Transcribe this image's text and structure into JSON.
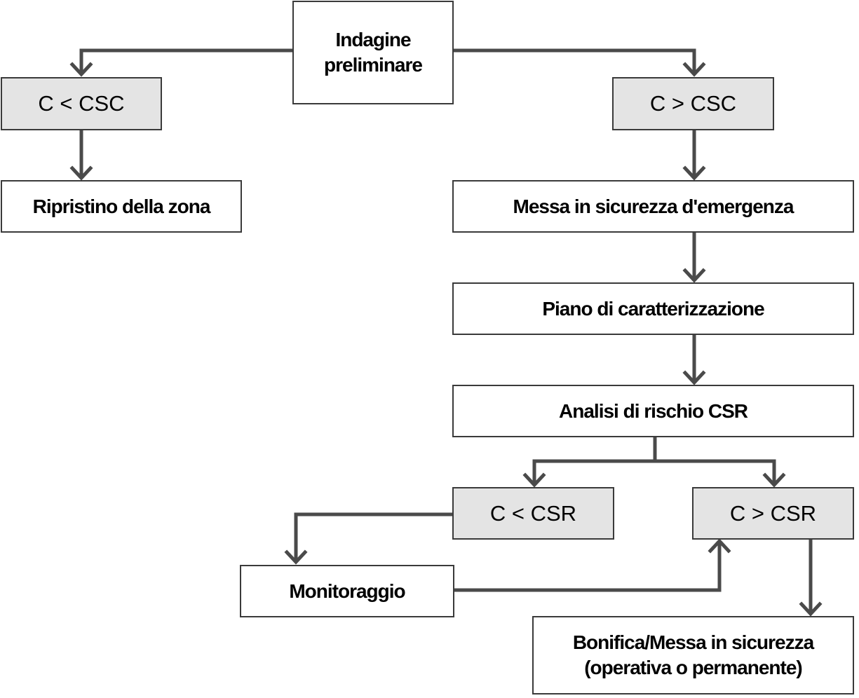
{
  "colors": {
    "decision_fill": "#e4e4e4",
    "box_fill": "#ffffff",
    "border": "#3a3a3a",
    "arrow": "#4a4a4a"
  },
  "nodes": {
    "indagine": {
      "line1": "Indagine",
      "line2": "preliminare"
    },
    "c_lt_csc": "C < CSC",
    "c_gt_csc": "C > CSC",
    "ripristino": "Ripristino della zona",
    "messa_emergenza": "Messa in sicurezza d'emergenza",
    "piano": "Piano di caratterizzazione",
    "analisi": "Analisi di rischio CSR",
    "c_lt_csr": "C < CSR",
    "c_gt_csr": "C > CSR",
    "monitoraggio": "Monitoraggio",
    "bonifica": {
      "line1": "Bonifica/Messa in sicurezza",
      "line2": "(operativa o permanente)"
    }
  },
  "edges": [
    {
      "from": "indagine",
      "to": "c_lt_csc"
    },
    {
      "from": "indagine",
      "to": "c_gt_csc"
    },
    {
      "from": "c_lt_csc",
      "to": "ripristino"
    },
    {
      "from": "c_gt_csc",
      "to": "messa_emergenza"
    },
    {
      "from": "messa_emergenza",
      "to": "piano"
    },
    {
      "from": "piano",
      "to": "analisi"
    },
    {
      "from": "analisi",
      "to": "c_lt_csr"
    },
    {
      "from": "analisi",
      "to": "c_gt_csr"
    },
    {
      "from": "c_lt_csr",
      "to": "monitoraggio"
    },
    {
      "from": "monitoraggio",
      "to": "c_gt_csr"
    },
    {
      "from": "c_gt_csr",
      "to": "bonifica"
    }
  ]
}
